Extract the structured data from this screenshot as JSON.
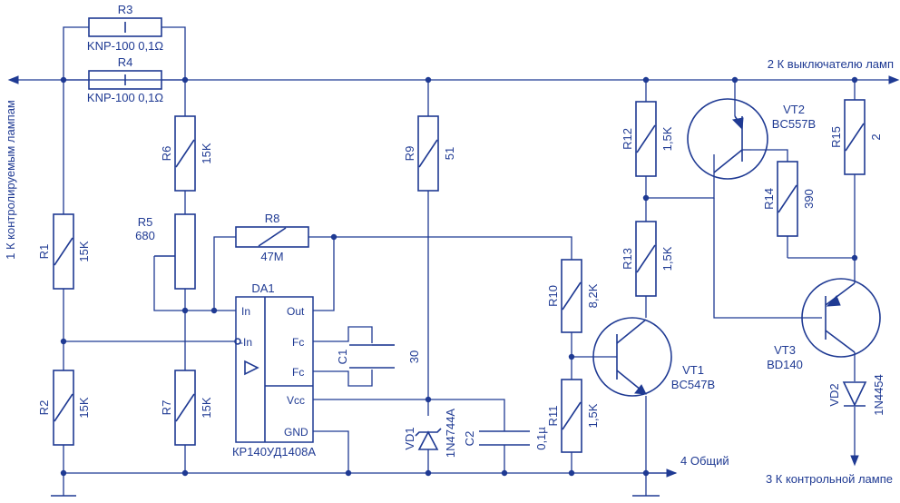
{
  "nets": {
    "lamps": "1 К контролируемым лампам",
    "switch": "2 К выключателю ламп",
    "control_lamp": "3 К контрольной лампе",
    "common": "4 Общий"
  },
  "components": {
    "R1": {
      "ref": "R1",
      "value": "15K"
    },
    "R2": {
      "ref": "R2",
      "value": "15K"
    },
    "R3": {
      "ref": "R3",
      "value": "KNP-100 0,1Ω"
    },
    "R4": {
      "ref": "R4",
      "value": "KNP-100 0,1Ω"
    },
    "R5": {
      "ref": "R5",
      "value": "680"
    },
    "R6": {
      "ref": "R6",
      "value": "15K"
    },
    "R7": {
      "ref": "R7",
      "value": "15K"
    },
    "R8": {
      "ref": "R8",
      "value": "47M"
    },
    "R9": {
      "ref": "R9",
      "value": "51"
    },
    "R10": {
      "ref": "R10",
      "value": "8,2K"
    },
    "R11": {
      "ref": "R11",
      "value": "1,5K"
    },
    "R12": {
      "ref": "R12",
      "value": "1,5K"
    },
    "R13": {
      "ref": "R13",
      "value": "1,5K"
    },
    "R14": {
      "ref": "R14",
      "value": "390"
    },
    "R15": {
      "ref": "R15",
      "value": "2"
    },
    "C1": {
      "ref": "C1",
      "value": "30"
    },
    "C2": {
      "ref": "C2",
      "value": "0,1µ"
    },
    "VD1": {
      "ref": "VD1",
      "value": "1N4744A"
    },
    "VD2": {
      "ref": "VD2",
      "value": "1N4454"
    },
    "VT1": {
      "ref": "VT1",
      "value": "BC547B"
    },
    "VT2": {
      "ref": "VT2",
      "value": "BC557B"
    },
    "VT3": {
      "ref": "VT3",
      "value": "BD140"
    },
    "DA1": {
      "ref": "DA1",
      "value": "КР140УД1408А"
    }
  },
  "da1_pins": {
    "in": "In",
    "inv": "-In",
    "out": "Out",
    "fc1": "Fc",
    "fc2": "Fc",
    "vcc": "Vcc",
    "gnd": "GND"
  }
}
